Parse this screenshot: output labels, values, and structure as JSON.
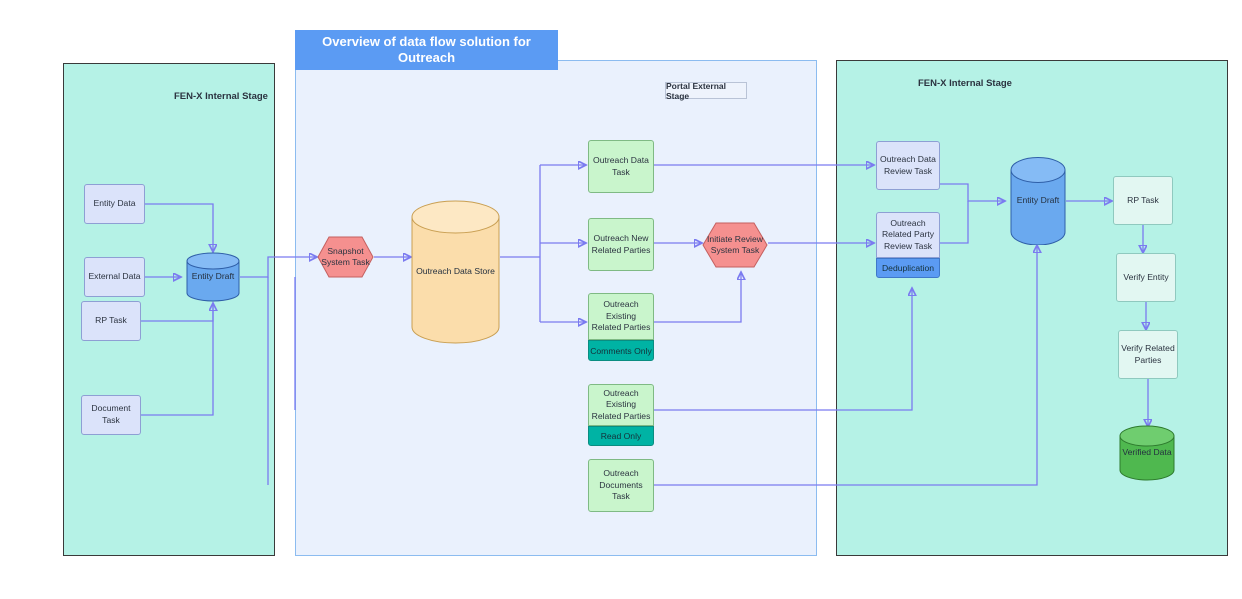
{
  "banner": {
    "title": "Overview of data flow solution for Outreach"
  },
  "stages": {
    "left": {
      "title": "FEN-X Internal Stage"
    },
    "middle": {
      "title": "Portal External Stage"
    },
    "right": {
      "title": "FEN-X Internal Stage"
    }
  },
  "colors": {
    "internal_stage_bg": "#b5f2e6",
    "external_stage_bg": "#eaf1fd",
    "banner_bg": "#5b9bf3",
    "lavender_node": "#dbe3fa",
    "green_node": "#c9f5cc",
    "mint_node": "#e2f7f2",
    "hexagon_red": "#f5908f",
    "datastore_orange": "#fbddab",
    "entity_draft_blue": "#6aa9ef",
    "verified_green": "#4fb84f",
    "badge_teal": "#00b3a4",
    "badge_blue": "#5b9bf3",
    "edge_purple": "#7b7bf0"
  },
  "nodes": {
    "entity_data": {
      "label": "Entity Data"
    },
    "external_data": {
      "label": "External Data"
    },
    "rp_task_left": {
      "label": "RP Task"
    },
    "document_task": {
      "label": "Document Task"
    },
    "entity_draft_left": {
      "label": "Entity Draft"
    },
    "snapshot_system_task": {
      "label": "Snapshot System Task"
    },
    "outreach_data_store": {
      "label": "Outreach Data Store"
    },
    "outreach_data_task": {
      "label": "Outreach Data Task"
    },
    "outreach_new_related_parties": {
      "label": "Outreach New Related Parties"
    },
    "outreach_existing_related_parties_comments": {
      "label": "Outreach Existing Related Parties",
      "badge": "Comments Only"
    },
    "outreach_existing_related_parties_read": {
      "label": "Outreach Existing Related Parties",
      "badge": "Read Only"
    },
    "outreach_documents_task": {
      "label": "Outreach Documents Task"
    },
    "initiate_review_system_task": {
      "label": "Initiate Review System Task"
    },
    "outreach_data_review_task": {
      "label": "Outreach Data Review Task"
    },
    "outreach_related_party_review_task": {
      "label": "Outreach Related Party Review Task",
      "badge": "Deduplication"
    },
    "entity_draft_right": {
      "label": "Entity Draft"
    },
    "rp_task_right": {
      "label": "RP Task"
    },
    "verify_entity": {
      "label": "Verify Entity"
    },
    "verify_related_parties": {
      "label": "Verify Related Parties"
    },
    "verified_data": {
      "label": "Verified Data"
    }
  }
}
